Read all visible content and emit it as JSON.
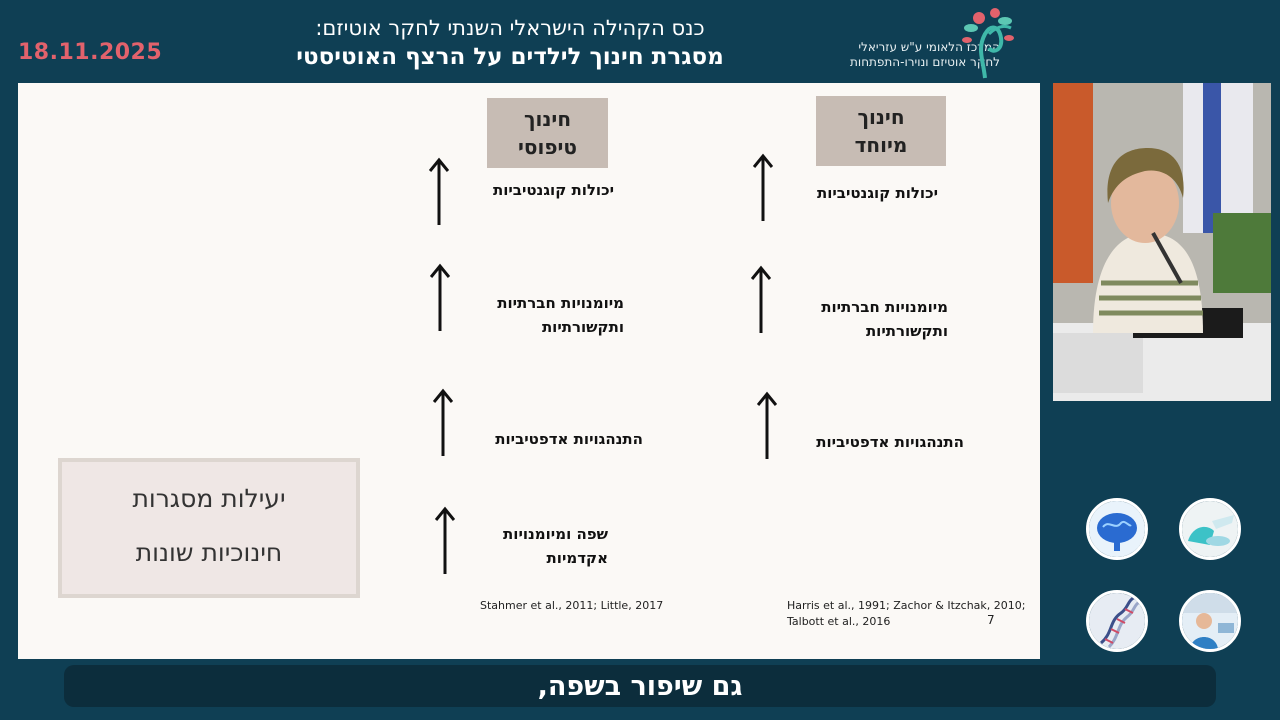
{
  "header": {
    "date": "18.11.2025",
    "conference_title": "כנס הקהילה הישראלי השנתי לחקר אוטיזם:",
    "session_title": "מסגרת חינוך לילדים על הרצף האוטיסטי",
    "logo_line1": "המרכז הלאומי ע\"ש עזריאלי",
    "logo_line2": "לחקר אוטיזם ונוירו-התפתחות"
  },
  "slide": {
    "columns": [
      {
        "heading": "חינוך\nמיוחד",
        "items": [
          "יכולות קוגנטיביות",
          "מיומנויות חברתיות\nותקשורתיות",
          "התנהגויות אדפטיביות"
        ],
        "reference": "Harris et al., 1991; Zachor & Itzchak, 2010;\nTalbott et al., 2016"
      },
      {
        "heading": "חינוך\nטיפוסי",
        "items": [
          "יכולות קוגנטיביות",
          "מיומנויות חברתיות\nותקשורתיות",
          "התנהגויות אדפטיביות",
          "שפה ומיומנויות\nאקדמיות"
        ],
        "reference": "Stahmer et al., 2011; Little, 2017"
      }
    ],
    "summary_box": "יעילות מסגרות\nחינוכיות שונות",
    "page_number": "7"
  },
  "caption": "גם שיפור בשפה,",
  "colors": {
    "background": "#0f3f54",
    "date": "#e2626c",
    "heading_box": "#c7bcb4",
    "summary_box": "#efe7e5",
    "caption_bar": "#0c2d3c"
  },
  "icons": [
    "brain-icon",
    "lab-gloves-icon",
    "dna-icon",
    "researcher-icon",
    "up-arrow-icon"
  ]
}
